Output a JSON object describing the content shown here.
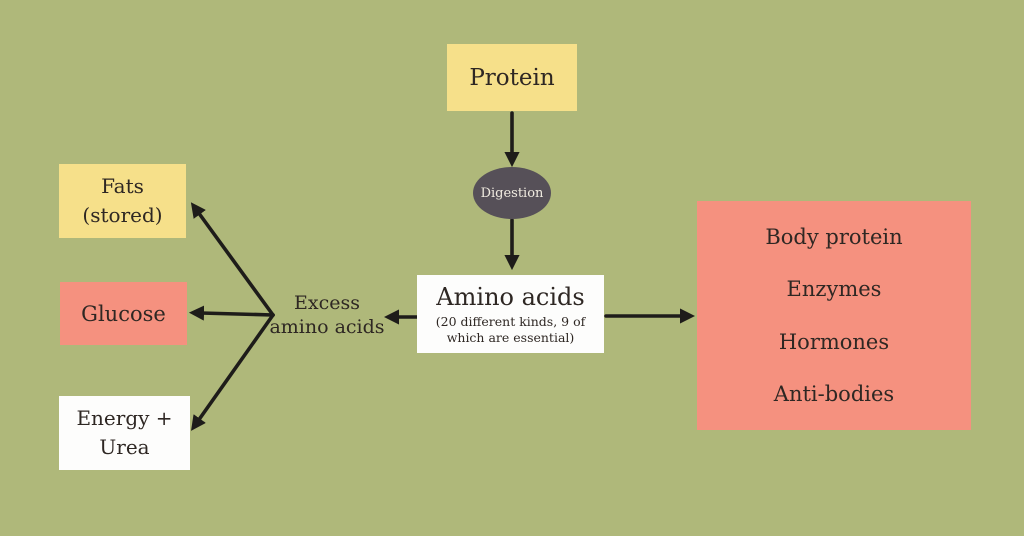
{
  "canvas": {
    "background_color": "#afb87a"
  },
  "colors": {
    "yellow_box": "#f6e08a",
    "coral_box": "#f5917f",
    "white_box": "#fdfdfc",
    "digestion_ellipse": "#565058",
    "arrow": "#1e1c1a",
    "text_dark": "#2e2723",
    "text_light": "#f1ece1"
  },
  "diagram": {
    "nodes": {
      "protein": {
        "label": "Protein"
      },
      "digestion": {
        "label": "Digestion"
      },
      "amino_acids": {
        "label": "Amino acids",
        "note": "(20 different kinds, 9 of which are essential)"
      },
      "excess_amino_acids": {
        "lines": [
          "Excess",
          "amino acids"
        ]
      },
      "fats": {
        "lines": [
          "Fats",
          "(stored)"
        ]
      },
      "glucose": {
        "label": "Glucose"
      },
      "energy_urea": {
        "lines": [
          "Energy +",
          "Urea"
        ]
      },
      "protein_uses": {
        "items": [
          "Body protein",
          "Enzymes",
          "Hormones",
          "Anti-bodies"
        ]
      }
    },
    "edges": [
      {
        "from": "Protein",
        "to": "Digestion"
      },
      {
        "from": "Digestion",
        "to": "Amino acids"
      },
      {
        "from": "Amino acids",
        "to": "Body protein / Enzymes / Hormones / Anti-bodies"
      },
      {
        "from": "Amino acids",
        "to": "Excess amino acids"
      },
      {
        "from": "Excess amino acids",
        "to": "Fats (stored)"
      },
      {
        "from": "Excess amino acids",
        "to": "Glucose"
      },
      {
        "from": "Excess amino acids",
        "to": "Energy + Urea"
      }
    ]
  }
}
